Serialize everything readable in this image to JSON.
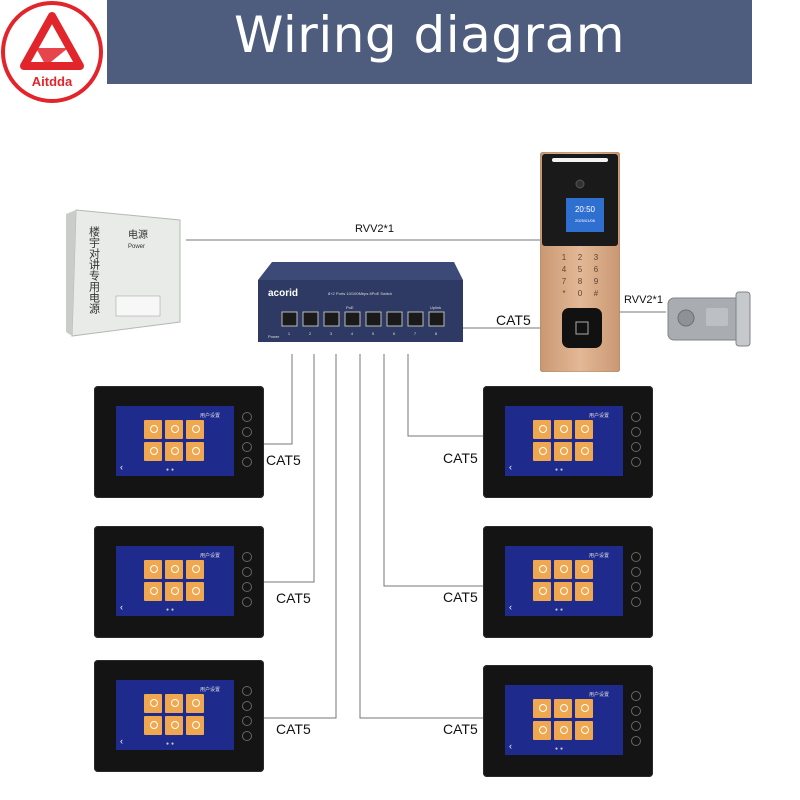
{
  "brand": {
    "name": "Aitdda"
  },
  "title": "Wiring diagram",
  "devices": {
    "power_supply": {
      "label_cn": "电源",
      "label_en": "Power",
      "side_text": "楼宇对讲专用电源"
    },
    "switch": {
      "brand": "acorid",
      "model": "8+2 Ports 10/100Mbps 8PoE Switch",
      "poe": "PoE",
      "uplink": "Uplink",
      "power": "Power",
      "ports": [
        "1",
        "2",
        "3",
        "4",
        "5",
        "6",
        "7",
        "8"
      ]
    },
    "door_panel": {
      "time": "20:50",
      "date": "2025/01/06",
      "keys": [
        "1",
        "2",
        "3",
        "4",
        "5",
        "6",
        "7",
        "8",
        "9",
        "*",
        "0",
        "#"
      ]
    },
    "monitors": [
      {
        "id": "m1",
        "screen_title": "用户设置"
      },
      {
        "id": "m2",
        "screen_title": "用户设置"
      },
      {
        "id": "m3",
        "screen_title": "用户设置"
      },
      {
        "id": "m4",
        "screen_title": "用户设置"
      },
      {
        "id": "m5",
        "screen_title": "用户设置"
      },
      {
        "id": "m6",
        "screen_title": "用户设置"
      }
    ]
  },
  "connections": {
    "psu_to_panel": "RVV2*1",
    "panel_to_lock": "RVV2*1",
    "switch_to_panel": "CAT5",
    "monitor_links": [
      "CAT5",
      "CAT5",
      "CAT5",
      "CAT5",
      "CAT5",
      "CAT5"
    ]
  },
  "colors": {
    "banner": "#4e5d7e",
    "logo_red": "#e2252b",
    "screen": "#1e2a8c",
    "tile": "#f0a850",
    "panel_gold": "#d8a882",
    "switch_blue": "#2e3a63"
  }
}
